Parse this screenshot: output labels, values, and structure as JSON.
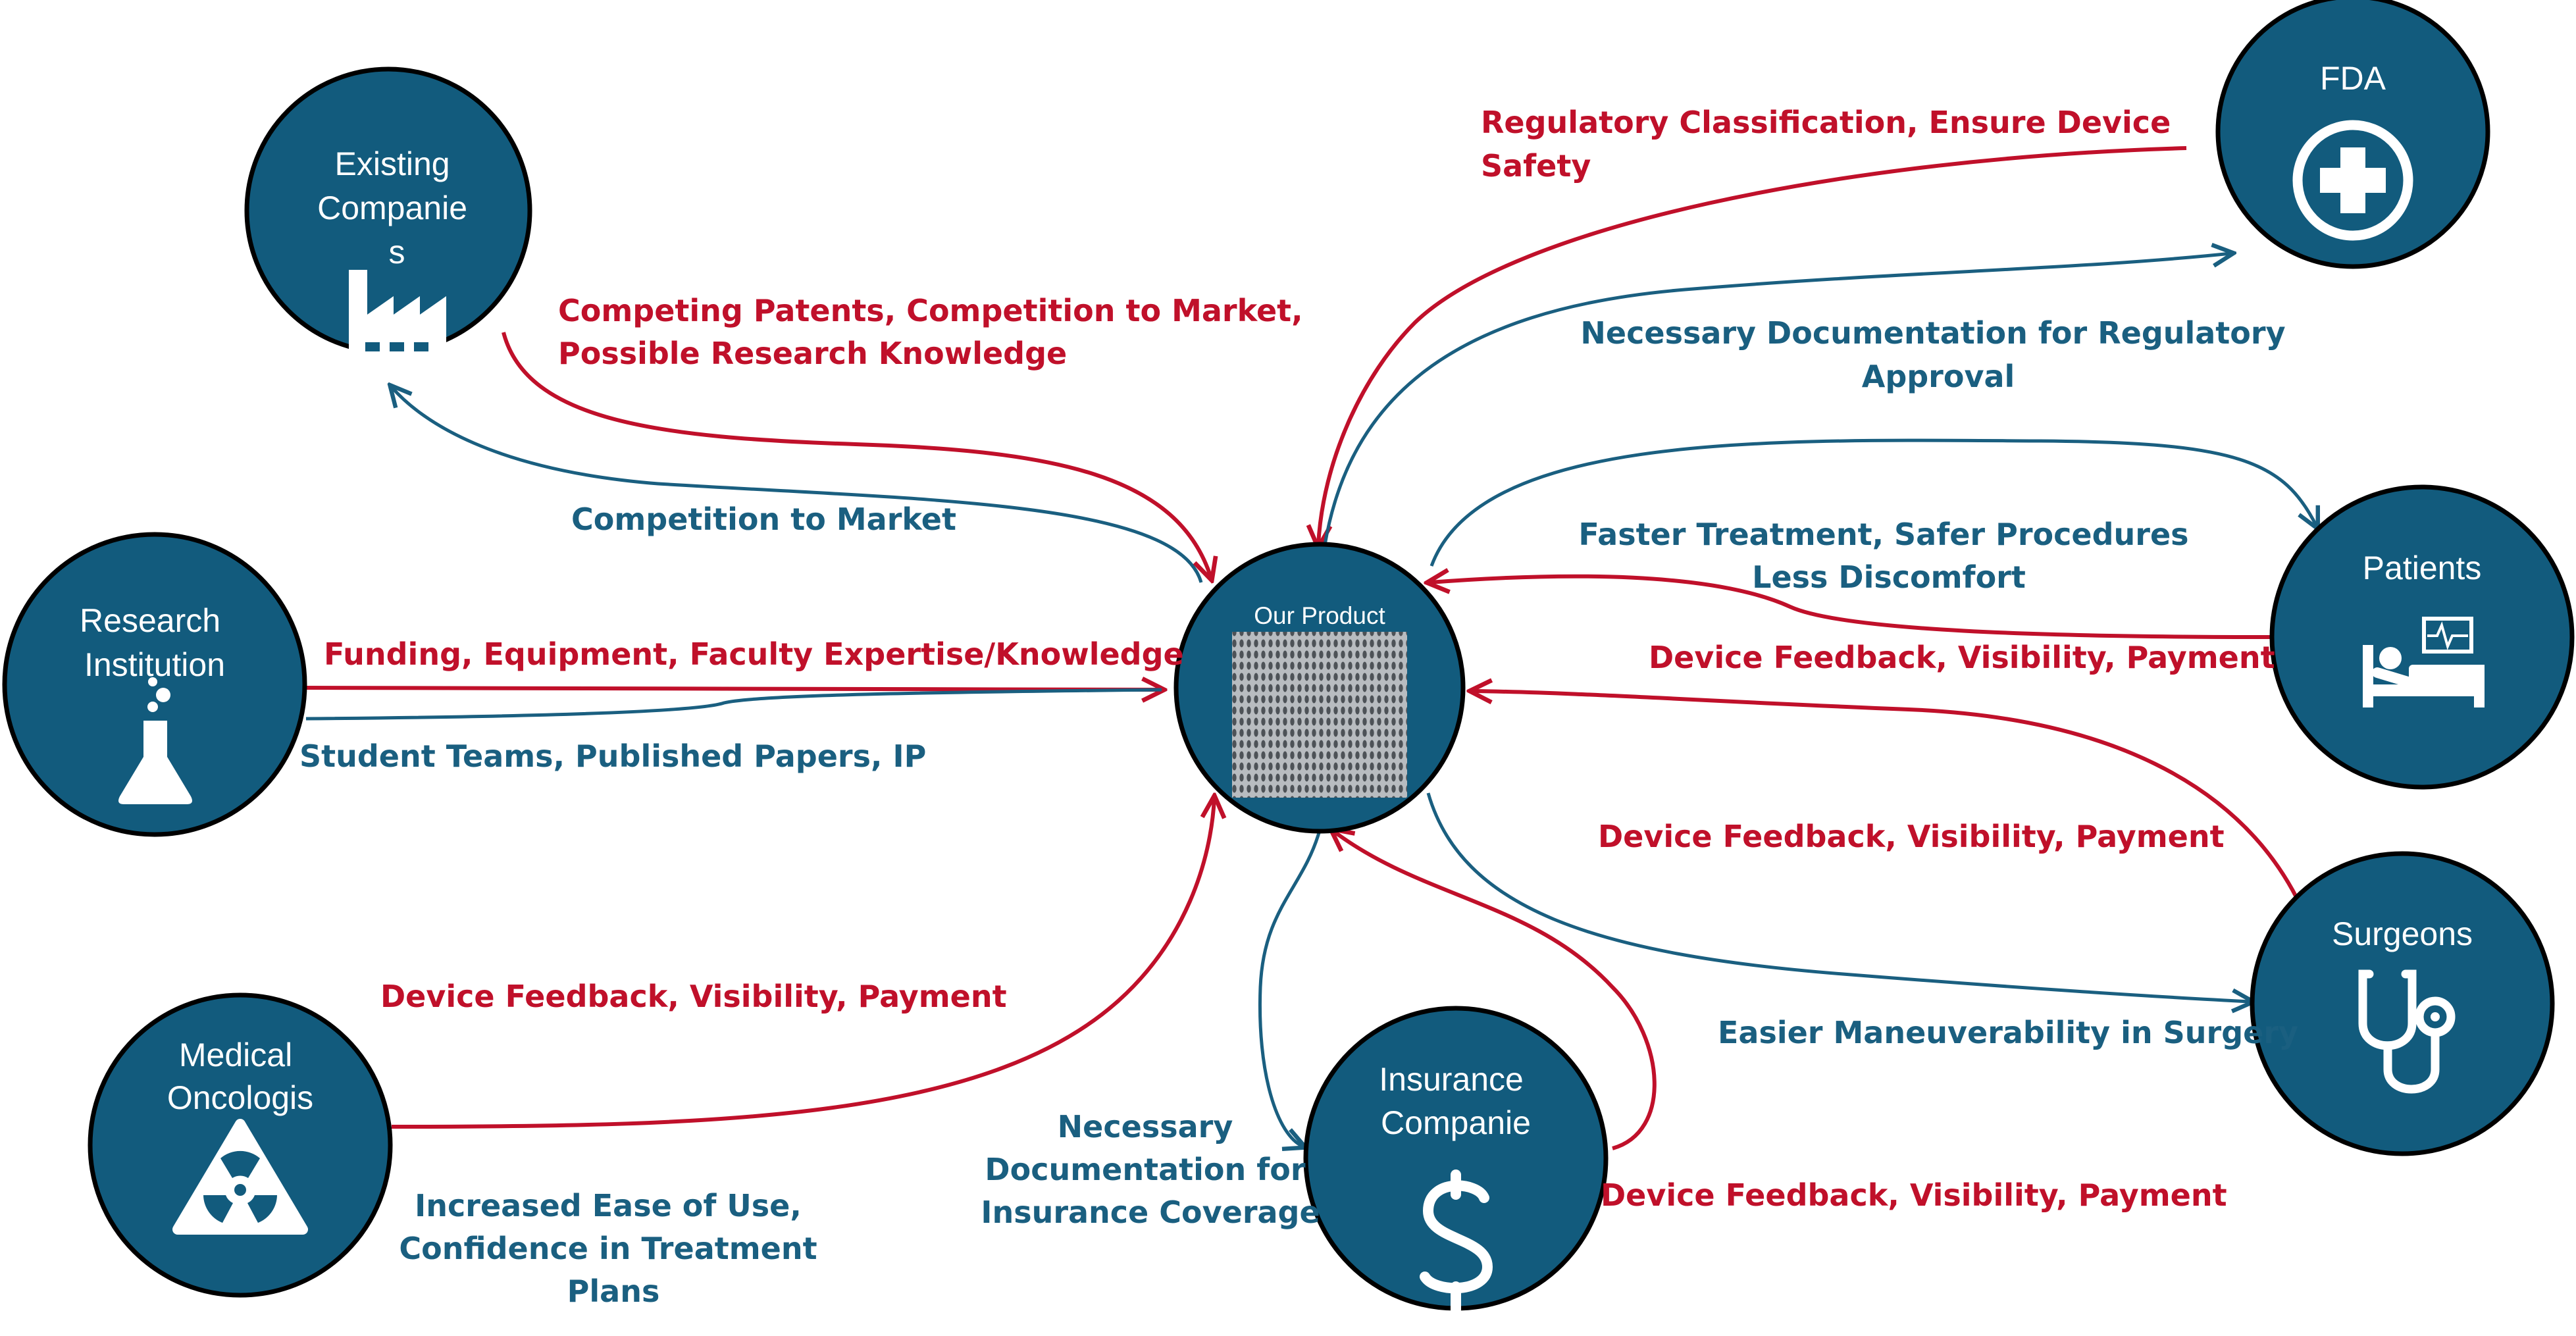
{
  "colors": {
    "node_fill": "#125b7d",
    "red_flow": "#c0102a",
    "blue_flow": "#1a5f80"
  },
  "nodes": {
    "existing_companies": {
      "lines": [
        "Existing",
        "Companie",
        "s"
      ],
      "icon": "factory-icon"
    },
    "research_institution": {
      "lines": [
        "Research",
        "Institution"
      ],
      "icon": "flask-icon"
    },
    "medical_oncologists": {
      "lines": [
        "Medical",
        "Oncologis"
      ],
      "icon": "radiation-icon"
    },
    "our_product": {
      "lines": [
        "Our Product"
      ],
      "icon": "product-mesh-image"
    },
    "insurance_companies": {
      "lines": [
        "Insurance",
        "Companie"
      ],
      "icon": "dollar-icon"
    },
    "fda": {
      "lines": [
        "FDA"
      ],
      "icon": "medical-cross-icon"
    },
    "patients": {
      "lines": [
        "Patients"
      ],
      "icon": "hospital-bed-icon"
    },
    "surgeons": {
      "lines": [
        "Surgeons"
      ],
      "icon": "stethoscope-icon"
    }
  },
  "edge_labels": {
    "existing_to_product": [
      "Competing Patents, Competition to Market,",
      "Possible Research Knowledge"
    ],
    "product_to_existing": [
      "Competition to Market"
    ],
    "research_to_product": [
      "Funding, Equipment, Faculty Expertise/Knowledge"
    ],
    "product_to_research": [
      "Student Teams, Published Papers, IP"
    ],
    "oncologists_to_product": [
      "Device Feedback, Visibility, Payment"
    ],
    "product_to_oncologists": [
      "Increased Ease of Use,",
      "Confidence in Treatment",
      "Plans"
    ],
    "product_to_insurance": [
      "Necessary",
      "Documentation for",
      "Insurance Coverage"
    ],
    "insurance_to_product": [
      "Device Feedback, Visibility, Payment"
    ],
    "fda_to_product": [
      "Regulatory Classification, Ensure Device",
      "Safety"
    ],
    "product_to_fda": [
      "Necessary Documentation for Regulatory",
      "Approval"
    ],
    "product_to_patients": [
      "Faster Treatment, Safer Procedures",
      "Less Discomfort"
    ],
    "patients_to_product": [
      "Device Feedback, Visibility, Payment"
    ],
    "surgeons_to_product": [
      "Device Feedback, Visibility, Payment"
    ],
    "product_to_surgeons": [
      "Easier Maneuverability in Surgery"
    ]
  }
}
